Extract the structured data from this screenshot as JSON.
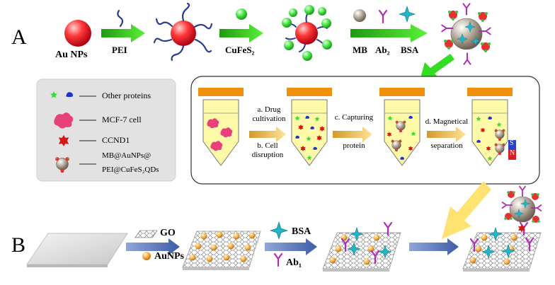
{
  "panel_a": {
    "letter": "A",
    "np_label": "Au NPs",
    "step1": "PEI",
    "step2": "CuFeS₂",
    "step3_mb": "MB",
    "step3_ab2": "Ab₂",
    "step3_bsa": "BSA"
  },
  "legend": {
    "other_proteins": "Other proteins",
    "cell": "MCF-7 cell",
    "ccnd1": "CCND1",
    "probe_line1": "MB@AuNPs@",
    "probe_line2": "PEI@CuFeS₂QDs"
  },
  "process": {
    "a_line1": "a. Drug",
    "a_line2": "cultivation",
    "b_line1": "b. Cell",
    "b_line2": "disruption",
    "c_line1": "c. Capturing",
    "c_line2": "protein",
    "d_line1": "d. Magnetical",
    "d_line2": "separation",
    "magnet_s": "S",
    "magnet_n": "N"
  },
  "panel_b": {
    "letter": "B",
    "go": "GO",
    "aunps": "AuNPs",
    "bsa": "BSA",
    "ab1": "Ab₁"
  },
  "colors": {
    "green_arrow": "#33cc00",
    "gold_arrow": "#e8c040",
    "blue_arrow": "#5a78b8",
    "tube_fill": "#fffaa8",
    "tube_cap": "#f0900a",
    "red_np": "#e8202a",
    "ab_purple": "#b02cb8",
    "bsa_cyan": "#22b6c8"
  }
}
